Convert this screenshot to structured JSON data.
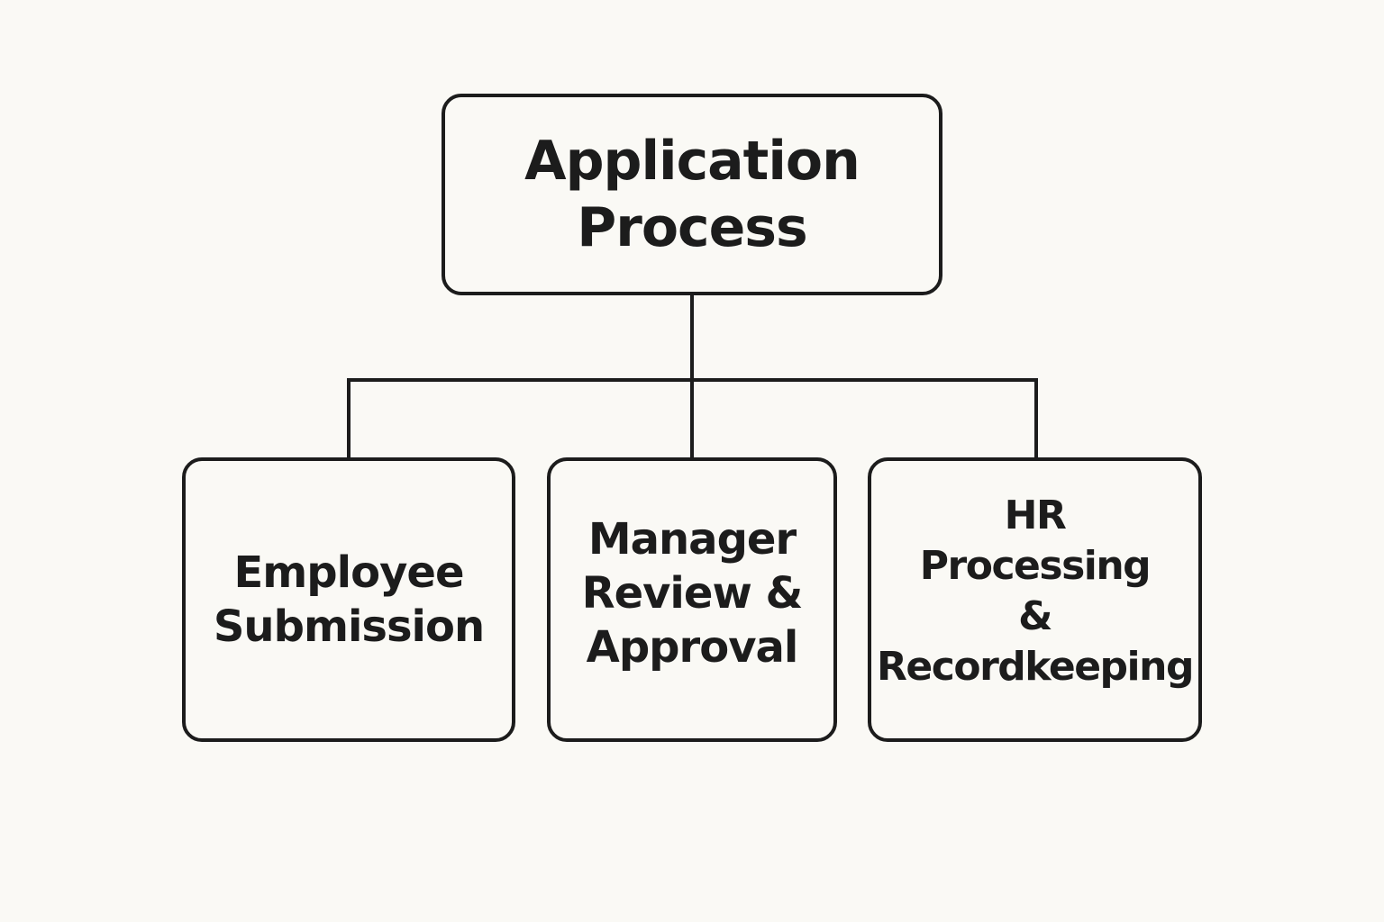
{
  "diagram": {
    "root": {
      "lines": [
        "Application",
        "Process"
      ]
    },
    "children": [
      {
        "lines": [
          "Employee",
          "Submission"
        ]
      },
      {
        "lines": [
          "Manager",
          "Review &",
          "Approval"
        ]
      },
      {
        "lines": [
          "HR",
          "Processing",
          "&",
          "Recordkeeping"
        ]
      }
    ],
    "colors": {
      "background": "#faf9f5",
      "stroke": "#1c1c1c",
      "text": "#1c1c1c"
    }
  }
}
